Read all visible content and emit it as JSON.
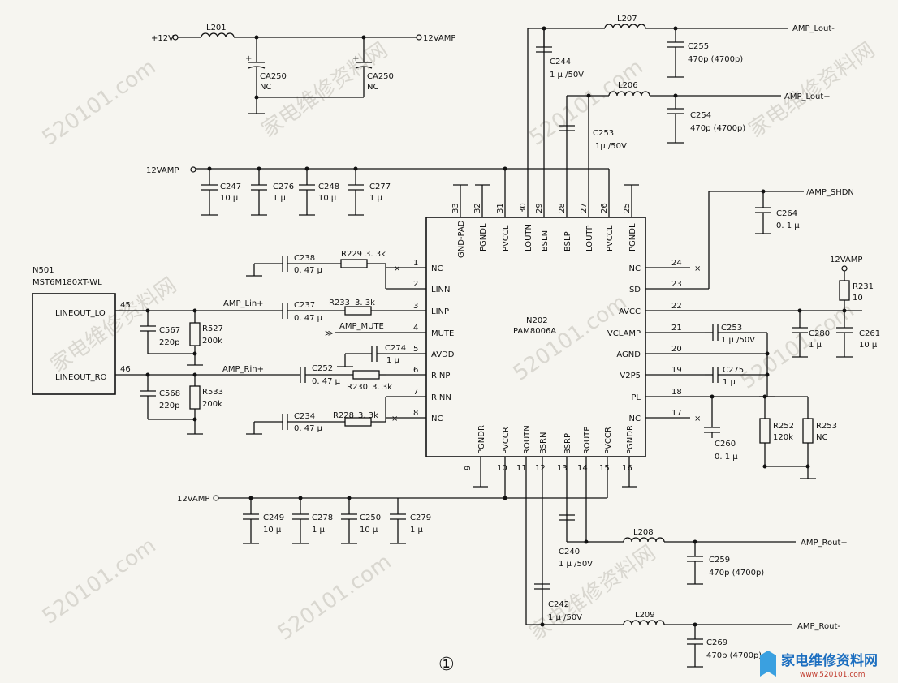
{
  "watermark": {
    "site": "520101.com",
    "cn": "家电维修资料网"
  },
  "figure_number": "①",
  "logo": {
    "text": "家电维修资料网",
    "url": "www.520101.com"
  },
  "ic_main": {
    "ref": "N202",
    "part": "PAM8006A"
  },
  "ic_source": {
    "ref": "N501",
    "part": "MST6M180XT-WL",
    "pins": {
      "lineout_lo": "LINEOUT_LO",
      "lineout_ro": "LINEOUT_RO",
      "num_lo": "45",
      "num_ro": "46"
    }
  },
  "pins": {
    "left": [
      {
        "num": "1",
        "name": "NC"
      },
      {
        "num": "2",
        "name": "LINN"
      },
      {
        "num": "3",
        "name": "LINP"
      },
      {
        "num": "4",
        "name": "MUTE"
      },
      {
        "num": "5",
        "name": "AVDD"
      },
      {
        "num": "6",
        "name": "RINP"
      },
      {
        "num": "7",
        "name": "RINN"
      },
      {
        "num": "8",
        "name": "NC"
      }
    ],
    "right": [
      {
        "num": "24",
        "name": "NC"
      },
      {
        "num": "23",
        "name": "SD"
      },
      {
        "num": "22",
        "name": "AVCC"
      },
      {
        "num": "21",
        "name": "VCLAMP"
      },
      {
        "num": "20",
        "name": "AGND"
      },
      {
        "num": "19",
        "name": "V2P5"
      },
      {
        "num": "18",
        "name": "PL"
      },
      {
        "num": "17",
        "name": "NC"
      }
    ],
    "top": [
      {
        "num": "33",
        "name": "GND-PAD"
      },
      {
        "num": "32",
        "name": "PGNDL"
      },
      {
        "num": "31",
        "name": "PVCCL"
      },
      {
        "num": "30",
        "name": "LOUTN"
      },
      {
        "num": "29",
        "name": "BSLN"
      },
      {
        "num": "28",
        "name": "BSLP"
      },
      {
        "num": "27",
        "name": "LOUTP"
      },
      {
        "num": "26",
        "name": "PVCCL"
      },
      {
        "num": "25",
        "name": "PGNDL"
      }
    ],
    "bottom": [
      {
        "num": "9",
        "name": "PGNDR"
      },
      {
        "num": "10",
        "name": "PVCCR"
      },
      {
        "num": "11",
        "name": "ROUTN"
      },
      {
        "num": "12",
        "name": "BSRN"
      },
      {
        "num": "13",
        "name": "BSRP"
      },
      {
        "num": "14",
        "name": "ROUTP"
      },
      {
        "num": "15",
        "name": "PVCCR"
      },
      {
        "num": "16",
        "name": "PGNDR"
      }
    ]
  },
  "nets": {
    "p12v": "+12V",
    "v12amp": "12VAMP",
    "lout_minus": "AMP_Lout-",
    "lout_plus": "AMP_Lout+",
    "shdn": "/AMP_SHDN",
    "lin_plus": "AMP_Lin+",
    "rin_plus": "AMP_Rin+",
    "mute": "AMP_MUTE",
    "rout_plus": "AMP_Rout+",
    "rout_minus": "AMP_Rout-"
  },
  "components": {
    "L201": {
      "ref": "L201"
    },
    "CA250a": {
      "ref": "CA250",
      "value": "NC"
    },
    "CA250b": {
      "ref": "CA250",
      "value": "NC"
    },
    "L207": {
      "ref": "L207"
    },
    "L206": {
      "ref": "L206"
    },
    "L208": {
      "ref": "L208"
    },
    "L209": {
      "ref": "L209"
    },
    "C244": {
      "ref": "C244",
      "value": "1 μ /50V"
    },
    "C253a": {
      "ref": "C253",
      "value": "1μ /50V"
    },
    "C255": {
      "ref": "C255",
      "value": "470p (4700p)"
    },
    "C254": {
      "ref": "C254",
      "value": "470p (4700p)"
    },
    "C247": {
      "ref": "C247",
      "value": "10 μ"
    },
    "C276": {
      "ref": "C276",
      "value": "1 μ"
    },
    "C248": {
      "ref": "C248",
      "value": "10 μ"
    },
    "C277": {
      "ref": "C277",
      "value": "1 μ"
    },
    "C264": {
      "ref": "C264",
      "value": "0. 1 μ"
    },
    "R231": {
      "ref": "R231",
      "value": "10"
    },
    "C280": {
      "ref": "C280",
      "value": "1 μ"
    },
    "C261": {
      "ref": "C261",
      "value": "10 μ"
    },
    "C253b": {
      "ref": "C253",
      "value": "1 μ /50V"
    },
    "C275": {
      "ref": "C275",
      "value": "1 μ"
    },
    "C260": {
      "ref": "C260",
      "value": "0. 1 μ"
    },
    "R252": {
      "ref": "R252",
      "value": "120k"
    },
    "R253": {
      "ref": "R253",
      "value": "NC"
    },
    "C238": {
      "ref": "C238",
      "value": "0. 47 μ"
    },
    "R229": {
      "ref": "R229",
      "value": "3. 3k"
    },
    "C237": {
      "ref": "C237",
      "value": "0. 47 μ"
    },
    "R233": {
      "ref": "R233",
      "value": "3. 3k"
    },
    "C274": {
      "ref": "C274",
      "value": "1 μ"
    },
    "C252": {
      "ref": "C252",
      "value": "0. 47 μ"
    },
    "R230": {
      "ref": "R230",
      "value": "3. 3k"
    },
    "C234": {
      "ref": "C234",
      "value": "0. 47 μ"
    },
    "R228": {
      "ref": "R228",
      "value": "3. 3k"
    },
    "C567": {
      "ref": "C567",
      "value": "220p"
    },
    "R527": {
      "ref": "R527",
      "value": "200k"
    },
    "C568": {
      "ref": "C568",
      "value": "220p"
    },
    "R533": {
      "ref": "R533",
      "value": "200k"
    },
    "C249": {
      "ref": "C249",
      "value": "10 μ"
    },
    "C278": {
      "ref": "C278",
      "value": "1 μ"
    },
    "C250": {
      "ref": "C250",
      "value": "10 μ"
    },
    "C279": {
      "ref": "C279",
      "value": "1 μ"
    },
    "C240": {
      "ref": "C240",
      "value": "1 μ /50V"
    },
    "C259": {
      "ref": "C259",
      "value": "470p (4700p)"
    },
    "C242": {
      "ref": "C242",
      "value": "1 μ /50V"
    },
    "C269": {
      "ref": "C269",
      "value": "470p (4700p)"
    }
  }
}
